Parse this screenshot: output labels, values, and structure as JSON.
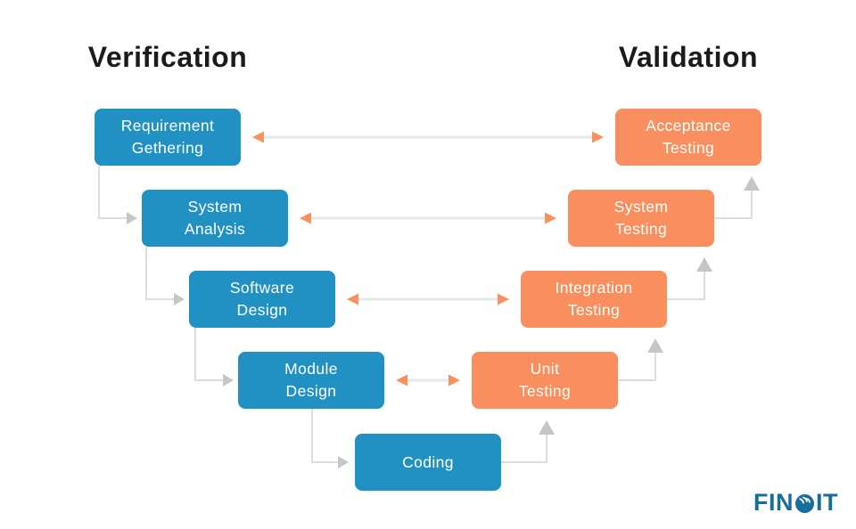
{
  "titles": {
    "verification": "Verification",
    "validation": "Validation"
  },
  "verification_nodes": [
    {
      "id": "requirement-gathering",
      "label": "Requirement\nGethering"
    },
    {
      "id": "system-analysis",
      "label": "System\nAnalysis"
    },
    {
      "id": "software-design",
      "label": "Software\nDesign"
    },
    {
      "id": "module-design",
      "label": "Module\nDesign"
    },
    {
      "id": "coding",
      "label": "Coding"
    }
  ],
  "validation_nodes": [
    {
      "id": "acceptance-testing",
      "label": "Acceptance\nTesting"
    },
    {
      "id": "system-testing",
      "label": "System\nTesting"
    },
    {
      "id": "integration-testing",
      "label": "Integration\nTesting"
    },
    {
      "id": "unit-testing",
      "label": "Unit\nTesting"
    }
  ],
  "logo": {
    "prefix": "FIN",
    "suffix": "IT"
  },
  "colors": {
    "verification_box": "#2190c2",
    "validation_box": "#f98f5e",
    "arrow_line": "#e8e8e8",
    "arrow_head": "#f8915e",
    "connector_line": "#dedede",
    "connector_head": "#c6c6c6",
    "title_text": "#1b1b1b",
    "box_text": "#ffffff",
    "logo_color": "#176e9b",
    "background": "#ffffff"
  }
}
